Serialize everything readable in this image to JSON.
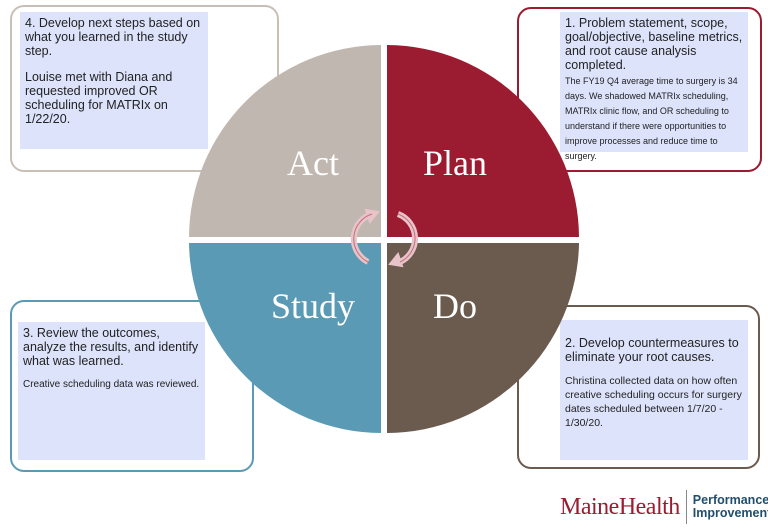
{
  "quadrants": {
    "plan": "Plan",
    "do": "Do",
    "study": "Study",
    "act": "Act"
  },
  "colors": {
    "plan": "#9b1b30",
    "do": "#6b5a4e",
    "study": "#5b9ab5",
    "act": "#c0b8b0",
    "box_fill": "#dde3fb"
  },
  "boxes": {
    "act": {
      "heading": "4. Develop next steps based on what you learned in the study step.",
      "body": "Louise met with Diana and requested improved OR scheduling for MATRIx on 1/22/20."
    },
    "plan": {
      "heading": "1. Problem statement, scope, goal/objective, baseline metrics, and root cause analysis completed.",
      "body": "The FY19 Q4 average time to surgery is 34 days. We shadowed MATRIx scheduling, MATRIx clinic flow, and OR scheduling to understand if there were opportunities to improve processes and reduce time to surgery."
    },
    "study": {
      "heading": "3. Review the outcomes, analyze the results, and identify what was learned.",
      "body": "Creative scheduling data was reviewed."
    },
    "do": {
      "heading": "2. Develop countermeasures to eliminate your root causes.",
      "body": "Christina collected data on how often creative scheduling occurs for surgery dates scheduled between 1/7/20 - 1/30/20."
    }
  },
  "logo": {
    "brand": "MaineHealth",
    "line1": "Performance",
    "line2": "Improvement"
  }
}
